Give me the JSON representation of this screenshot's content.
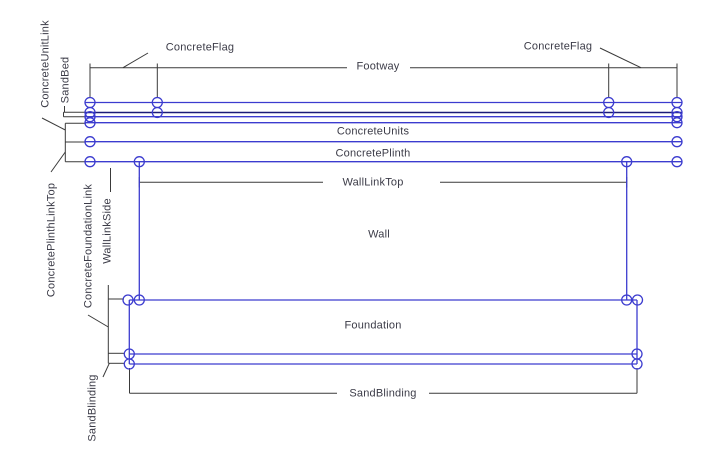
{
  "diagram": {
    "labels": {
      "concrete_unit_link": "ConcreteUnitLink",
      "sand_bed": "SandBed",
      "concrete_flag_left": "ConcreteFlag",
      "concrete_flag_right": "ConcreteFlag",
      "footway": "Footway",
      "concrete_units": "ConcreteUnits",
      "concrete_plinth": "ConcretePlinth",
      "wall_link_top": "WallLinkTop",
      "wall": "Wall",
      "concrete_plinth_link_top": "ConcretePlinthLinkTop",
      "concrete_foundation_link": "ConcreteFoundationLink",
      "wall_link_side": "WallLinkSide",
      "foundation": "Foundation",
      "sand_blinding_left": "SandBlinding",
      "sand_blinding_bottom": "SandBlinding"
    },
    "colors": {
      "element_line": "#3c3ccf",
      "element_line_dark": "#1b1b78",
      "dimension_line": "#3a3a3a",
      "text": "#3b3b47"
    },
    "link_node_count": 24
  }
}
